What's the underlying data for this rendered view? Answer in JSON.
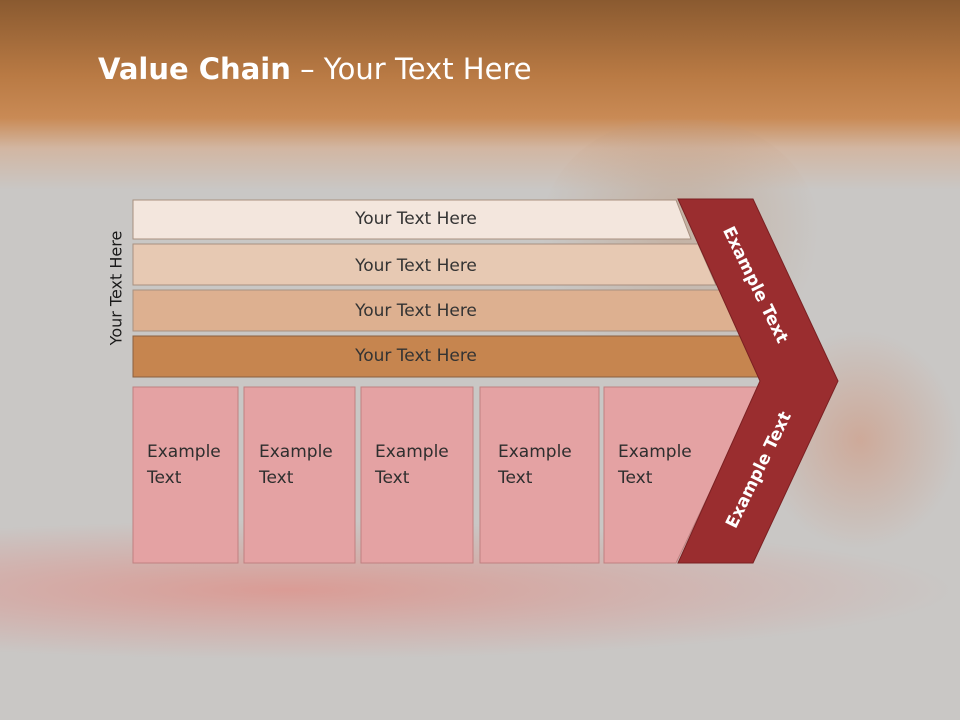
{
  "slide": {
    "title_bold": "Value Chain",
    "title_rest": " – Your Text Here",
    "vertical_label": "Your Text Here"
  },
  "rows": [
    {
      "label": "Your Text Here",
      "color": "#f3e6dd"
    },
    {
      "label": "Your Text Here",
      "color": "#e7c9b3"
    },
    {
      "label": "Your Text Here",
      "color": "#ddb090"
    },
    {
      "label": "Your Text Here",
      "color": "#c6854f"
    }
  ],
  "boxes": [
    {
      "line1": "Example",
      "line2": "Text"
    },
    {
      "line1": "Example",
      "line2": "Text"
    },
    {
      "line1": "Example",
      "line2": "Text"
    },
    {
      "line1": "Example",
      "line2": "Text"
    },
    {
      "line1": "Example",
      "line2": "Text"
    }
  ],
  "chevron": {
    "upper_label": "Example Text",
    "lower_label": "Example Text",
    "color": "#9a2d2f"
  },
  "colors": {
    "box_fill": "#e4a2a3",
    "box_border": "#c08080",
    "header": "#b97a44"
  }
}
